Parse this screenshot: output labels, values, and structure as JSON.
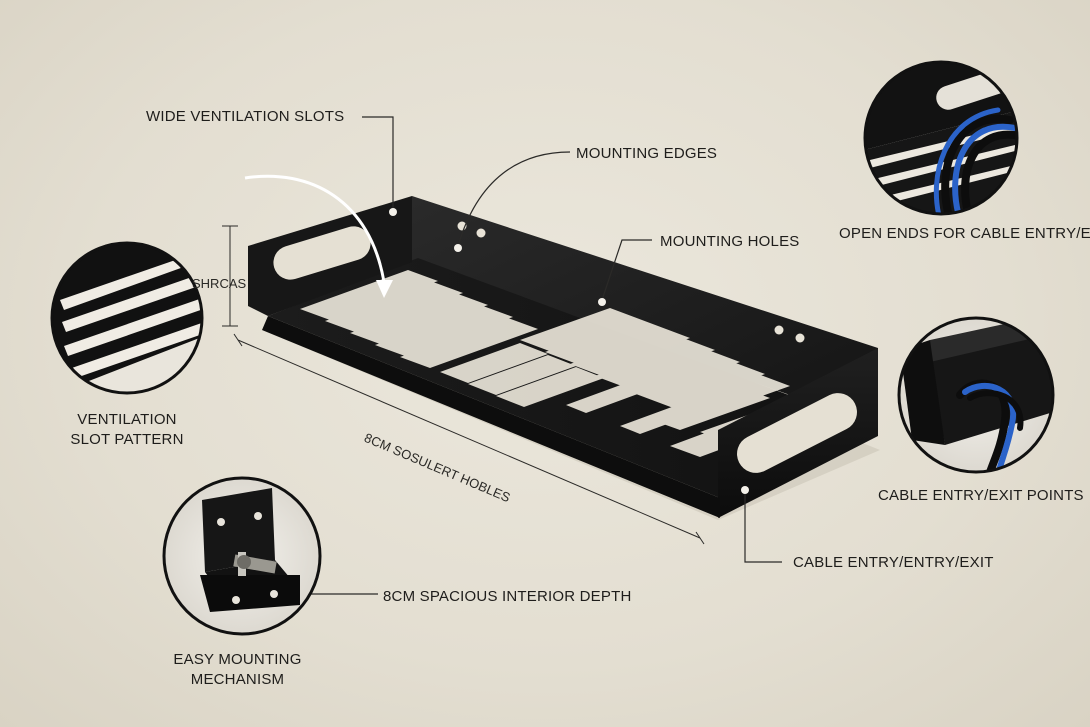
{
  "callouts": {
    "wide_ventilation_slots": "WIDE VENTILATION SLOTS",
    "mounting_edges": "MOUNTING EDGES",
    "mounting_holes": "MOUNTING HOLES",
    "open_ends": "OPEN ENDS FOR CABLE ENTRY/EXIT",
    "ventilation_pattern_line1": "VENTILATION",
    "ventilation_pattern_line2": "SLOT PATTERN",
    "cable_entry_points": "CABLE ENTRY/EXIT POINTS",
    "cable_entry_bottom": "CABLE ENTRY/ENTRY/EXIT",
    "interior_depth": "8CM SPACIOUS INTERIOR DEPTH",
    "easy_mounting_line1": "EASY MOUNTING",
    "easy_mounting_line2": "MECHANISM"
  },
  "dimensions": {
    "height_label": "SHRCAS",
    "length_label": "8CM SOSULERT HOBLES"
  },
  "colors": {
    "background": "#e6e1d5",
    "tray": "#1a1a1a",
    "leader": "#2b2a28",
    "cable_blue": "#2b63c9"
  }
}
